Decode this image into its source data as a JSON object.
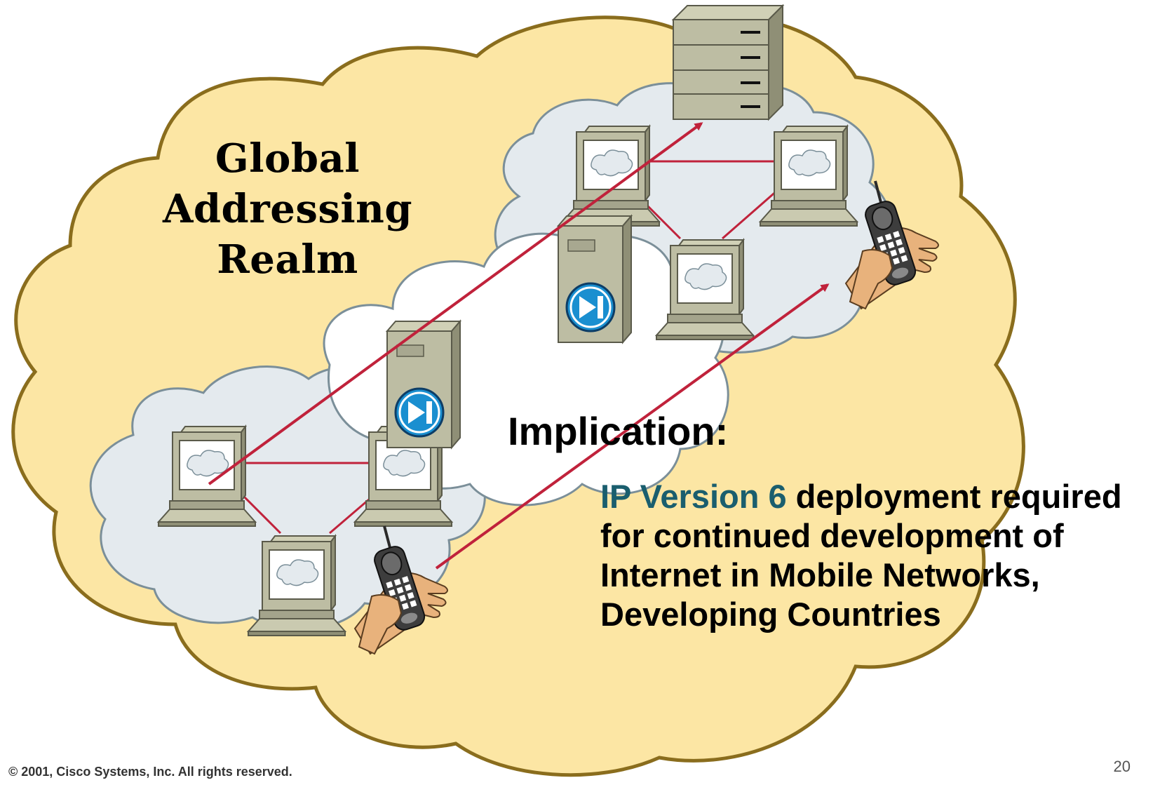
{
  "realm": {
    "line1": "Global",
    "line2": "Addressing",
    "line3": "Realm"
  },
  "implication": {
    "heading": "Implication:",
    "highlight": "IP Version 6",
    "rest": " deployment required for continued development of Internet in Mobile Networks, Developing Countries"
  },
  "footer": {
    "copyright": "© 2001, Cisco Systems, Inc. All rights reserved.",
    "slide_number": "20"
  },
  "icons": {
    "server": "server-rack-icon",
    "workstation": "workstation-icon",
    "gateway": "nat-gateway-icon",
    "phone": "mobile-phone-icon"
  },
  "colors": {
    "global_cloud": "#fce6a4",
    "global_cloud_stroke": "#8a6d1d",
    "sub_cloud": "#e4eaee",
    "sub_cloud_stroke": "#7b8f99",
    "link": "#c0223b",
    "highlight_text": "#1a5e6e"
  }
}
